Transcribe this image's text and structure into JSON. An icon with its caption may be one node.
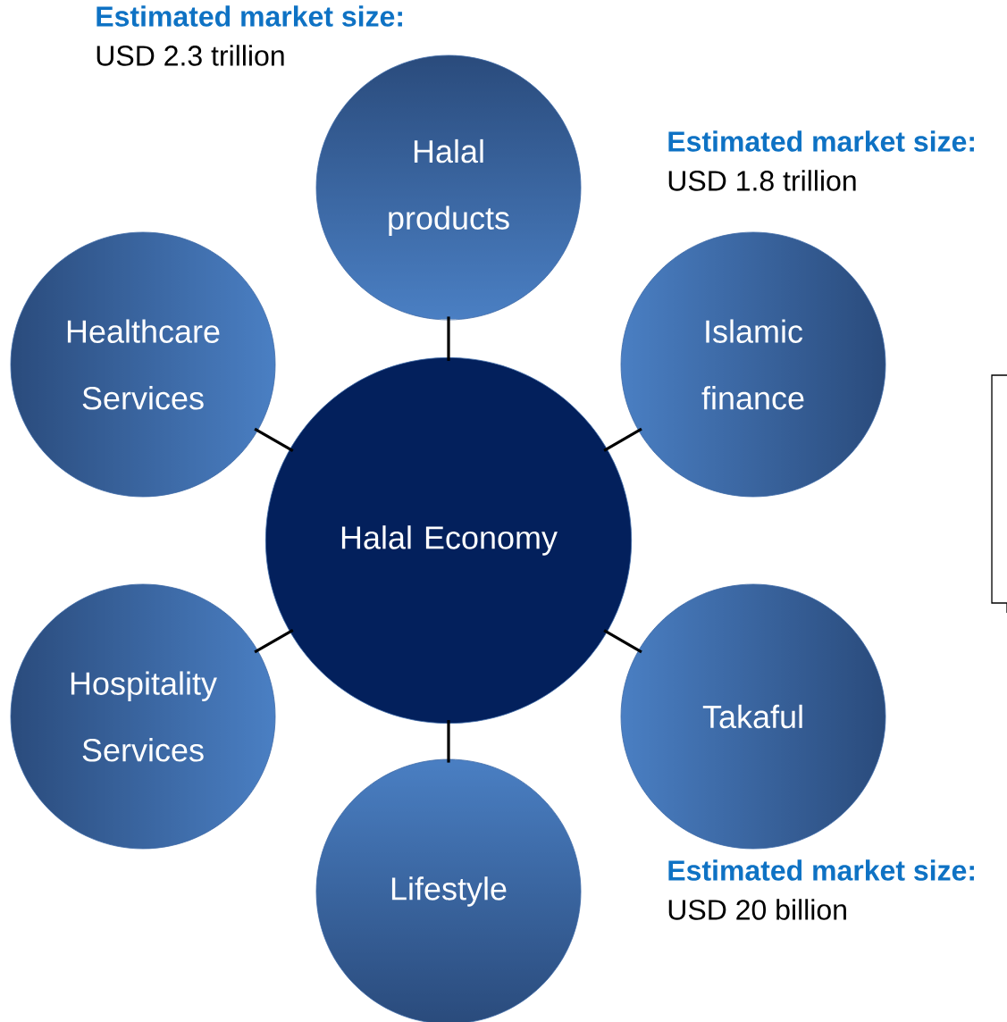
{
  "diagram": {
    "nodes": [
      {
        "text": [
          "Halal products"
        ],
        "beside": [
          "Estimated market size:",
          "USD 2.3 trillion"
        ]
      },
      {
        "text": [
          "Healthcare Services"
        ]
      },
      {
        "text": [
          "Islamic finance"
        ],
        "beside": [
          "Estimated market size:",
          "USD 1.8 trillion"
        ]
      },
      {
        "text": [
          "Halal Economy"
        ]
      },
      {
        "text": [
          "Hospitality Services"
        ]
      },
      {
        "text": [
          "Takaful"
        ],
        "beside": [
          "Estimated market size:",
          "USD 20 billion"
        ]
      },
      {
        "text": [
          "Lifestyle"
        ]
      }
    ],
    "edges": [
      {
        "from": 3,
        "to": 0,
        "arrow": "none"
      },
      {
        "from": 3,
        "to": 1,
        "arrow": "none"
      },
      {
        "from": 3,
        "to": 2,
        "arrow": "none"
      },
      {
        "from": 3,
        "to": 4,
        "arrow": "none"
      },
      {
        "from": 3,
        "to": 5,
        "arrow": "none"
      },
      {
        "from": 3,
        "to": 6,
        "arrow": "none"
      }
    ]
  }
}
